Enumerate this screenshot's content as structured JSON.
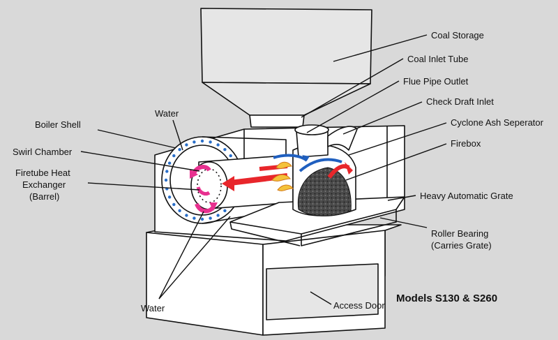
{
  "labels": {
    "coal_storage": "Coal Storage",
    "coal_inlet_tube": "Coal Inlet Tube",
    "flue_pipe_outlet": "Flue Pipe Outlet",
    "check_draft_inlet": "Check Draft Inlet",
    "cyclone_ash_separator": "Cyclone Ash Seperator",
    "firebox": "Firebox",
    "heavy_automatic_grate": "Heavy Automatic Grate",
    "roller_bearing_line1": "Roller Bearing",
    "roller_bearing_line2": "(Carries Grate)",
    "access_door": "Access Door",
    "water_top": "Water",
    "water_bottom": "Water",
    "boiler_shell": "Boiler Shell",
    "swirl_chamber": "Swirl Chamber",
    "firetube_line1": "Firetube Heat",
    "firetube_line2": "Exchanger",
    "firetube_line3": "(Barrel)"
  },
  "models": "Models S130 & S260",
  "colors": {
    "background": "#d9d9d9",
    "water_dots": "#2a6fc9",
    "flame_red": "#e8262b",
    "swirl_magenta": "#e8308f",
    "flame_yellow": "#f4c23a",
    "coal_dark": "#3a3a3a",
    "flow_blue": "#1f5fbf"
  }
}
